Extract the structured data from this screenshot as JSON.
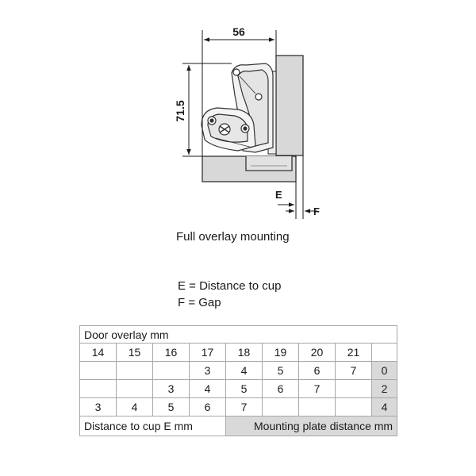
{
  "diagram": {
    "dim_width": "56",
    "dim_height": "71.5",
    "label_e": "E",
    "label_f": "F",
    "caption": "Full overlay mounting"
  },
  "legend": {
    "e": "E = Distance to cup",
    "f": "F = Gap"
  },
  "table": {
    "title": "Door overlay mm",
    "columns": [
      "14",
      "15",
      "16",
      "17",
      "18",
      "19",
      "20",
      "21"
    ],
    "rows": [
      {
        "cells": [
          "",
          "",
          "",
          "3",
          "4",
          "5",
          "6",
          "7"
        ],
        "plate": "0"
      },
      {
        "cells": [
          "",
          "",
          "3",
          "4",
          "5",
          "6",
          "7",
          ""
        ],
        "plate": "2"
      },
      {
        "cells": [
          "3",
          "4",
          "5",
          "6",
          "7",
          "",
          "",
          ""
        ],
        "plate": "4"
      }
    ],
    "footer_left": "Distance to cup E mm",
    "footer_right": "Mounting plate distance mm"
  }
}
